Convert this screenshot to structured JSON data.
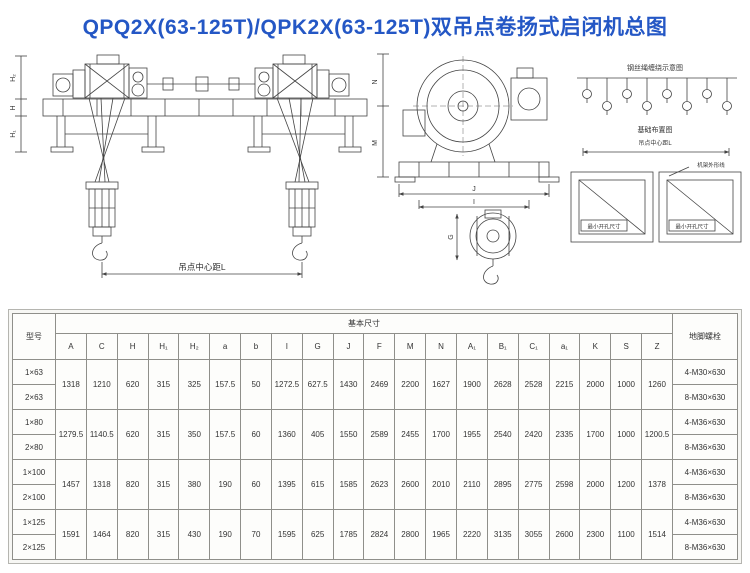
{
  "title": "QPQ2X(63-125T)/QPK2X(63-125T)双吊点卷扬式启闭机总图",
  "colors": {
    "title_blue": "#2457c5",
    "line": "#444444",
    "table_border": "#8f8f8a"
  },
  "drawing": {
    "labels": {
      "center_distance_main": "吊点中心距L",
      "rope_diagram": "钢丝绳缠绕示意图",
      "foundation_plan": "基础布置图",
      "center_distance_small": "吊点中心距L",
      "frame_outline": "机架外形线",
      "min_opening": "最小开孔尺寸"
    },
    "dims": {
      "h2": "H₂",
      "h": "H",
      "h1": "H₁",
      "n": "N",
      "m": "M",
      "j": "J",
      "i": "I",
      "g": "G"
    }
  },
  "table": {
    "header": {
      "model": "型号",
      "basic_dims": "基本尺寸",
      "anchor_bolt": "地脚螺栓",
      "columns": [
        "A",
        "C",
        "H",
        "H₁",
        "H₂",
        "a",
        "b",
        "I",
        "G",
        "J",
        "F",
        "M",
        "N",
        "A₁",
        "B₁",
        "C₁",
        "a₁",
        "K",
        "S",
        "Z"
      ]
    },
    "groups": [
      {
        "models": [
          "1×63",
          "2×63"
        ],
        "values": [
          "1318",
          "1210",
          "620",
          "315",
          "325",
          "157.5",
          "50",
          "1272.5",
          "627.5",
          "1430",
          "2469",
          "2200",
          "1627",
          "1900",
          "2628",
          "2528",
          "2215",
          "2000",
          "1000",
          "1260"
        ],
        "bolts": [
          "4-M30×630",
          "8-M30×630"
        ]
      },
      {
        "models": [
          "1×80",
          "2×80"
        ],
        "values": [
          "1279.5",
          "1140.5",
          "620",
          "315",
          "350",
          "157.5",
          "60",
          "1360",
          "405",
          "1550",
          "2589",
          "2455",
          "1700",
          "1955",
          "2540",
          "2420",
          "2335",
          "1700",
          "1000",
          "1200.5"
        ],
        "bolts": [
          "4-M36×630",
          "8-M36×630"
        ]
      },
      {
        "models": [
          "1×100",
          "2×100"
        ],
        "values": [
          "1457",
          "1318",
          "820",
          "315",
          "380",
          "190",
          "60",
          "1395",
          "615",
          "1585",
          "2623",
          "2600",
          "2010",
          "2110",
          "2895",
          "2775",
          "2598",
          "2000",
          "1200",
          "1378"
        ],
        "bolts": [
          "4-M36×630",
          "8-M36×630"
        ]
      },
      {
        "models": [
          "1×125",
          "2×125"
        ],
        "values": [
          "1591",
          "1464",
          "820",
          "315",
          "430",
          "190",
          "70",
          "1595",
          "625",
          "1785",
          "2824",
          "2800",
          "1965",
          "2220",
          "3135",
          "3055",
          "2600",
          "2300",
          "1100",
          "1514"
        ],
        "bolts": [
          "4-M36×630",
          "8-M36×630"
        ]
      }
    ]
  }
}
